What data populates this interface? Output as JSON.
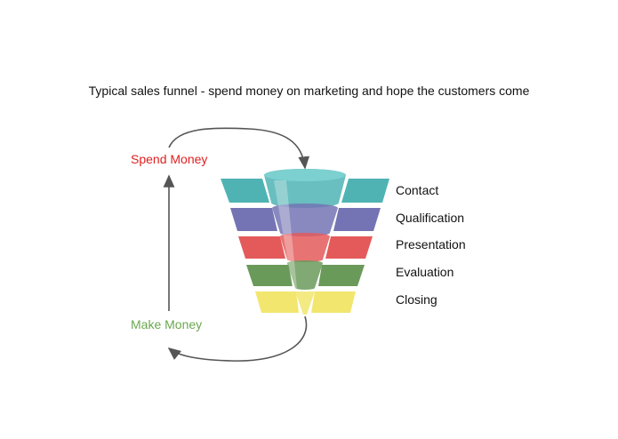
{
  "title": "Typical sales funnel - spend money on marketing and hope the customers come",
  "cycle": {
    "spend_label": "Spend Money",
    "make_label": "Make Money"
  },
  "stages": [
    {
      "label": "Contact",
      "color": "#4fb3b4"
    },
    {
      "label": "Qualification",
      "color": "#7474b4"
    },
    {
      "label": "Presentation",
      "color": "#e45a5a"
    },
    {
      "label": "Evaluation",
      "color": "#6a9a5a"
    },
    {
      "label": "Closing",
      "color": "#f2e66e"
    }
  ],
  "colors": {
    "spend": "#e02020",
    "make": "#6aa84f",
    "arrow": "#555555"
  }
}
